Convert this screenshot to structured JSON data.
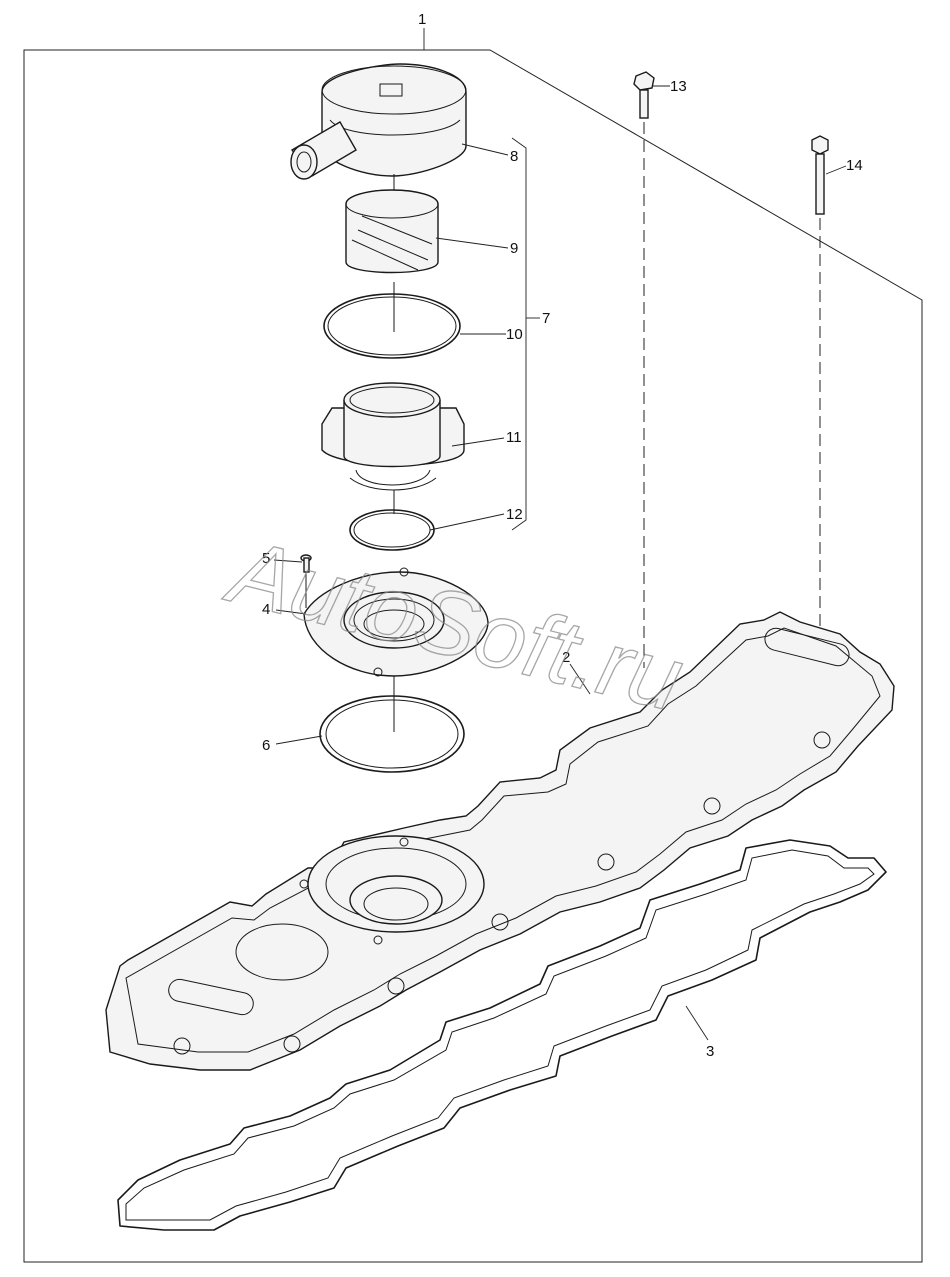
{
  "callouts": [
    {
      "id": "1",
      "label": "1"
    },
    {
      "id": "2",
      "label": "2"
    },
    {
      "id": "3",
      "label": "3"
    },
    {
      "id": "4",
      "label": "4"
    },
    {
      "id": "5",
      "label": "5"
    },
    {
      "id": "6",
      "label": "6"
    },
    {
      "id": "7",
      "label": "7"
    },
    {
      "id": "8",
      "label": "8"
    },
    {
      "id": "9",
      "label": "9"
    },
    {
      "id": "10",
      "label": "10"
    },
    {
      "id": "11",
      "label": "11"
    },
    {
      "id": "12",
      "label": "12"
    },
    {
      "id": "13",
      "label": "13"
    },
    {
      "id": "14",
      "label": "14"
    }
  ],
  "watermark": "AutoSoft.ru",
  "colors": {
    "line": "#1a1a1a",
    "watermark": "#8a8a8a",
    "background": "#ffffff"
  }
}
